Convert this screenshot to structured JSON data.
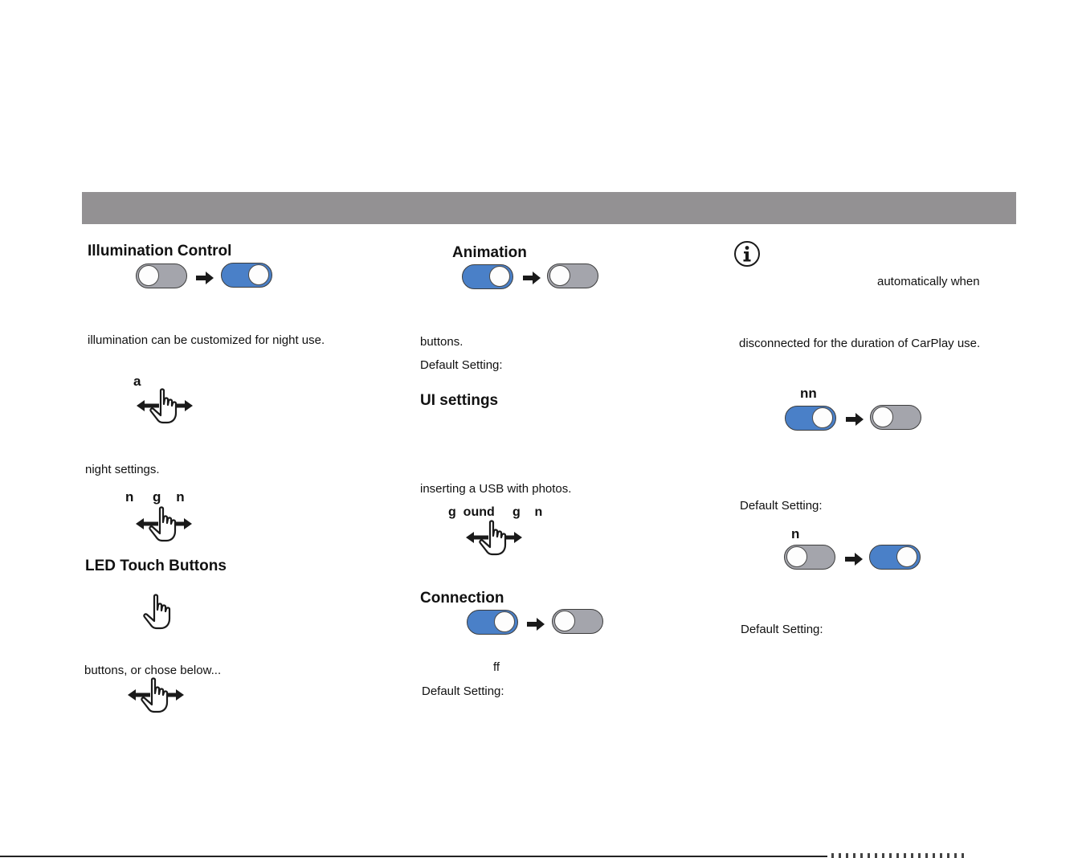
{
  "left": {
    "illumination_title": "Illumination Control",
    "illumination_text": "illumination can be customized for night use.",
    "swipe1_label": "a",
    "night_text": "night settings.",
    "swipe2_label": "n     g    n",
    "led_title": "LED Touch Buttons",
    "buttons_text": "buttons, or chose below..."
  },
  "middle": {
    "animation_title": "Animation",
    "buttons_text": "buttons.",
    "default1": "Default Setting:",
    "ui_title": "UI settings",
    "usb_text": "inserting a USB with photos.",
    "swipe_label": "g  ound     g    n",
    "connection_title": "Connection",
    "ff_text": "ff",
    "default2": "Default Setting:"
  },
  "right": {
    "auto_text": "automatically when",
    "disconnected_text": "disconnected for the duration of CarPlay use.",
    "nn_label": "nn",
    "default1": "Default Setting:",
    "n_label": "n",
    "default2": "Default Setting:"
  },
  "icons": {
    "arrow": "right-arrow-icon",
    "gesture": "swipe-hand-icon",
    "tap": "tap-hand-icon",
    "info": "info-icon"
  },
  "colors": {
    "header_band": "#939193",
    "toggle_on": "#4a80c8",
    "toggle_off": "#a4a5ac"
  }
}
